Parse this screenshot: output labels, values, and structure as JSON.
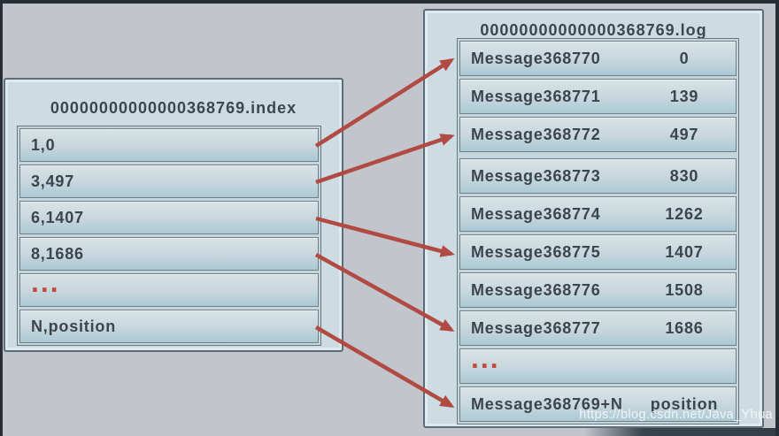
{
  "colors": {
    "background": "#c2c6cc",
    "box_fill": "#cddce2",
    "box_border": "#5d6d77",
    "row_fill_top": "#d8e2e6",
    "row_fill_bottom": "#abc9d4",
    "row_border": "#6e7f88",
    "text": "#3b454c",
    "arrow": "#b04a42",
    "ellipsis_dots": "#c14b41"
  },
  "index_file": {
    "title": "00000000000000368769.index",
    "rows": [
      {
        "label": "1,0",
        "type": "entry"
      },
      {
        "label": "3,497",
        "type": "entry"
      },
      {
        "label": "6,1407",
        "type": "entry"
      },
      {
        "label": "8,1686",
        "type": "entry"
      },
      {
        "label": "...",
        "type": "ellipsis"
      },
      {
        "label": "N,position",
        "type": "entry"
      }
    ]
  },
  "log_file": {
    "title": "00000000000000368769.log",
    "rows": [
      {
        "name": "Message368770",
        "position": "0",
        "type": "entry"
      },
      {
        "name": "Message368771",
        "position": "139",
        "type": "entry"
      },
      {
        "name": "Message368772",
        "position": "497",
        "type": "entry"
      },
      {
        "name": "Message368773",
        "position": "830",
        "type": "entry",
        "group_start": true
      },
      {
        "name": "Message368774",
        "position": "1262",
        "type": "entry"
      },
      {
        "name": "Message368775",
        "position": "1407",
        "type": "entry"
      },
      {
        "name": "Message368776",
        "position": "1508",
        "type": "entry"
      },
      {
        "name": "Message368777",
        "position": "1686",
        "type": "entry"
      },
      {
        "name": "...",
        "position": "",
        "type": "ellipsis"
      },
      {
        "name": "Message368769+N",
        "position": "position",
        "type": "entry"
      }
    ]
  },
  "arrows": [
    {
      "from_index_row": 0,
      "to_log_row": 0
    },
    {
      "from_index_row": 1,
      "to_log_row": 2
    },
    {
      "from_index_row": 2,
      "to_log_row": 5
    },
    {
      "from_index_row": 3,
      "to_log_row": 7
    },
    {
      "from_index_row": 5,
      "to_log_row": 9
    }
  ],
  "watermark": "https://blog.csdn.net/Java_Yhua"
}
